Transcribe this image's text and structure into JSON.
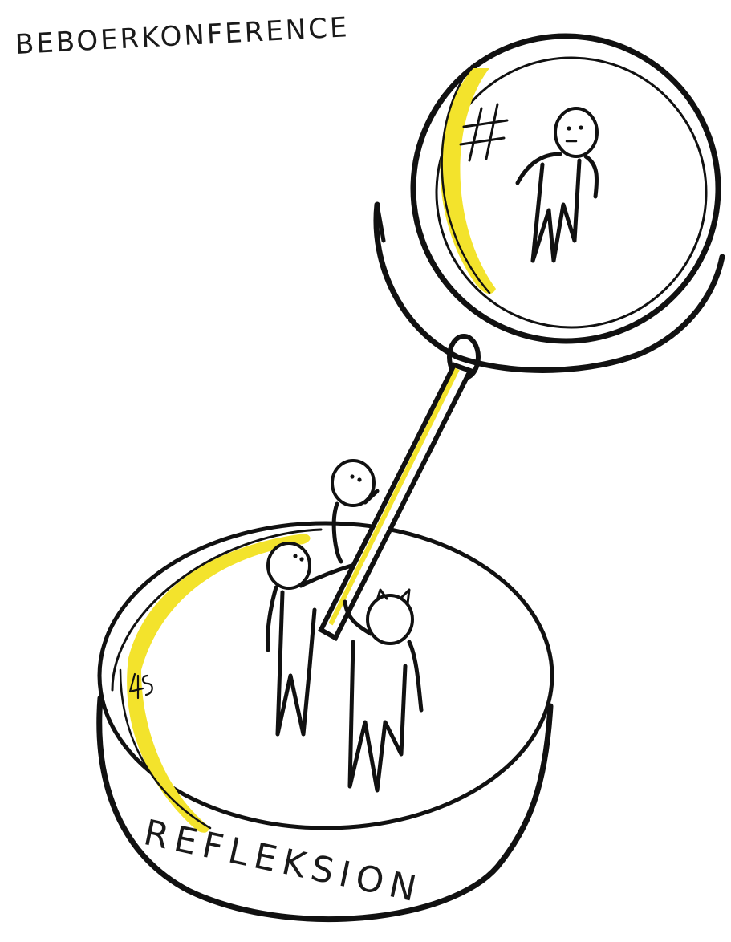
{
  "title": "BEBOERKONFERENCE",
  "top_symbol": "#",
  "base_label": "REFLEKSION",
  "signature": "4S",
  "colors": {
    "ink": "#111111",
    "highlight": "#f3e32c",
    "paper": "#ffffff"
  }
}
